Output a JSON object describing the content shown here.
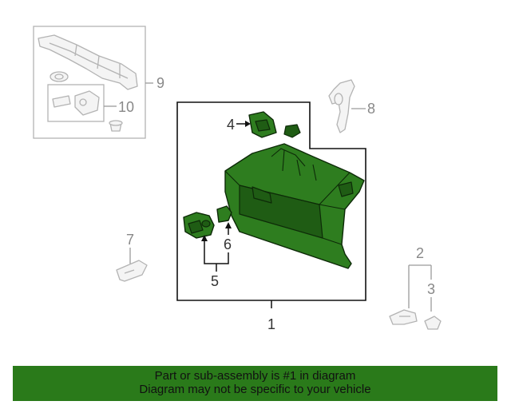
{
  "callouts": {
    "c1": "1",
    "c2": "2",
    "c3": "3",
    "c4": "4",
    "c5": "5",
    "c6": "6",
    "c7": "7",
    "c8": "8",
    "c9": "9",
    "c10": "10"
  },
  "colors": {
    "highlight_part": "#2e7d1f",
    "footer_background": "#2a7a1a",
    "faded_part": "#b3b3b3"
  },
  "footer": {
    "line1": "Part or sub-assembly is #1 in diagram",
    "line2": "Diagram may not be specific to your vehicle"
  }
}
